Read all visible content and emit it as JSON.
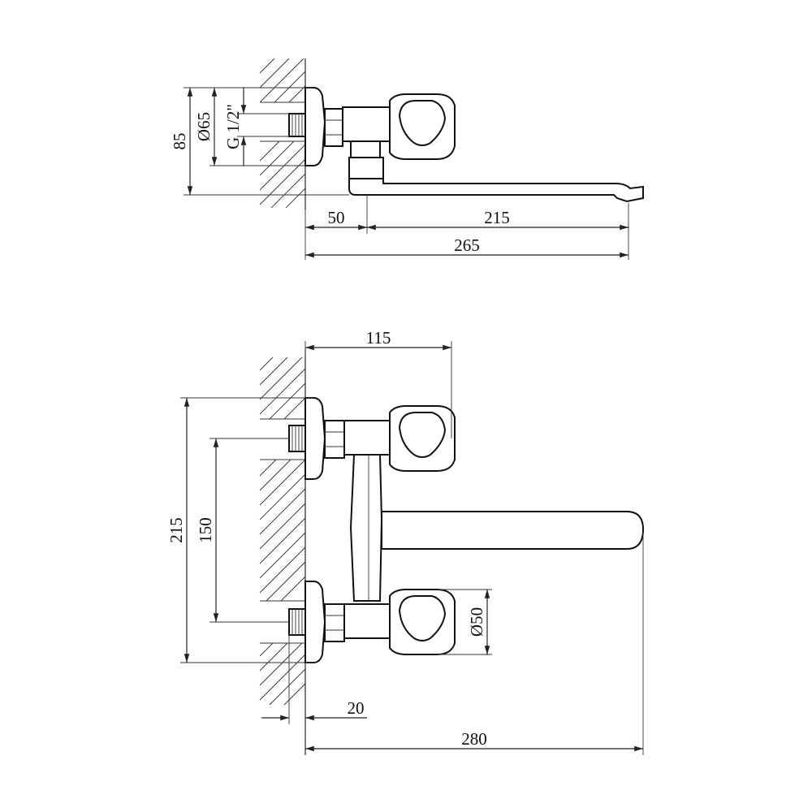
{
  "colors": {
    "line": "#222222",
    "background": "#ffffff"
  },
  "top_view": {
    "dim_height": "85",
    "dim_flange_diameter": "Ø65",
    "dim_thread": "G 1/2\"",
    "dim_wall_offset": "50",
    "dim_spout_reach": "215",
    "dim_total_length": "265"
  },
  "front_view": {
    "dim_width": "115",
    "dim_total_height": "215",
    "dim_inlet_spacing": "150",
    "dim_handle_diameter": "Ø50",
    "dim_thread_projection": "20",
    "dim_spout_length": "280"
  }
}
